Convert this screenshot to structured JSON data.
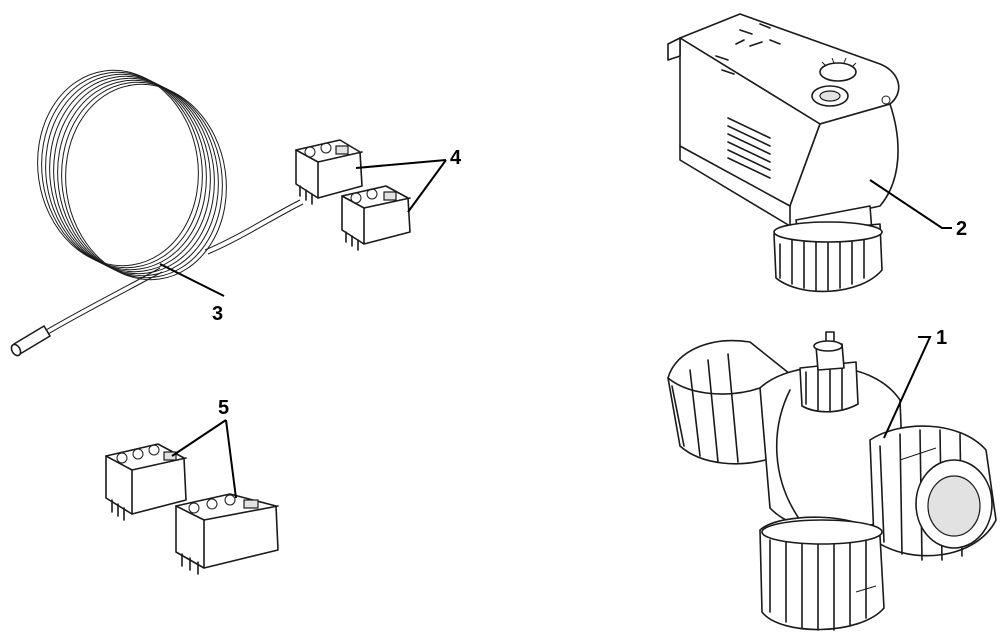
{
  "callouts": {
    "valve": "1",
    "actuator": "2",
    "sensor": "3",
    "connectors_small": "4",
    "connectors_large": "5"
  }
}
